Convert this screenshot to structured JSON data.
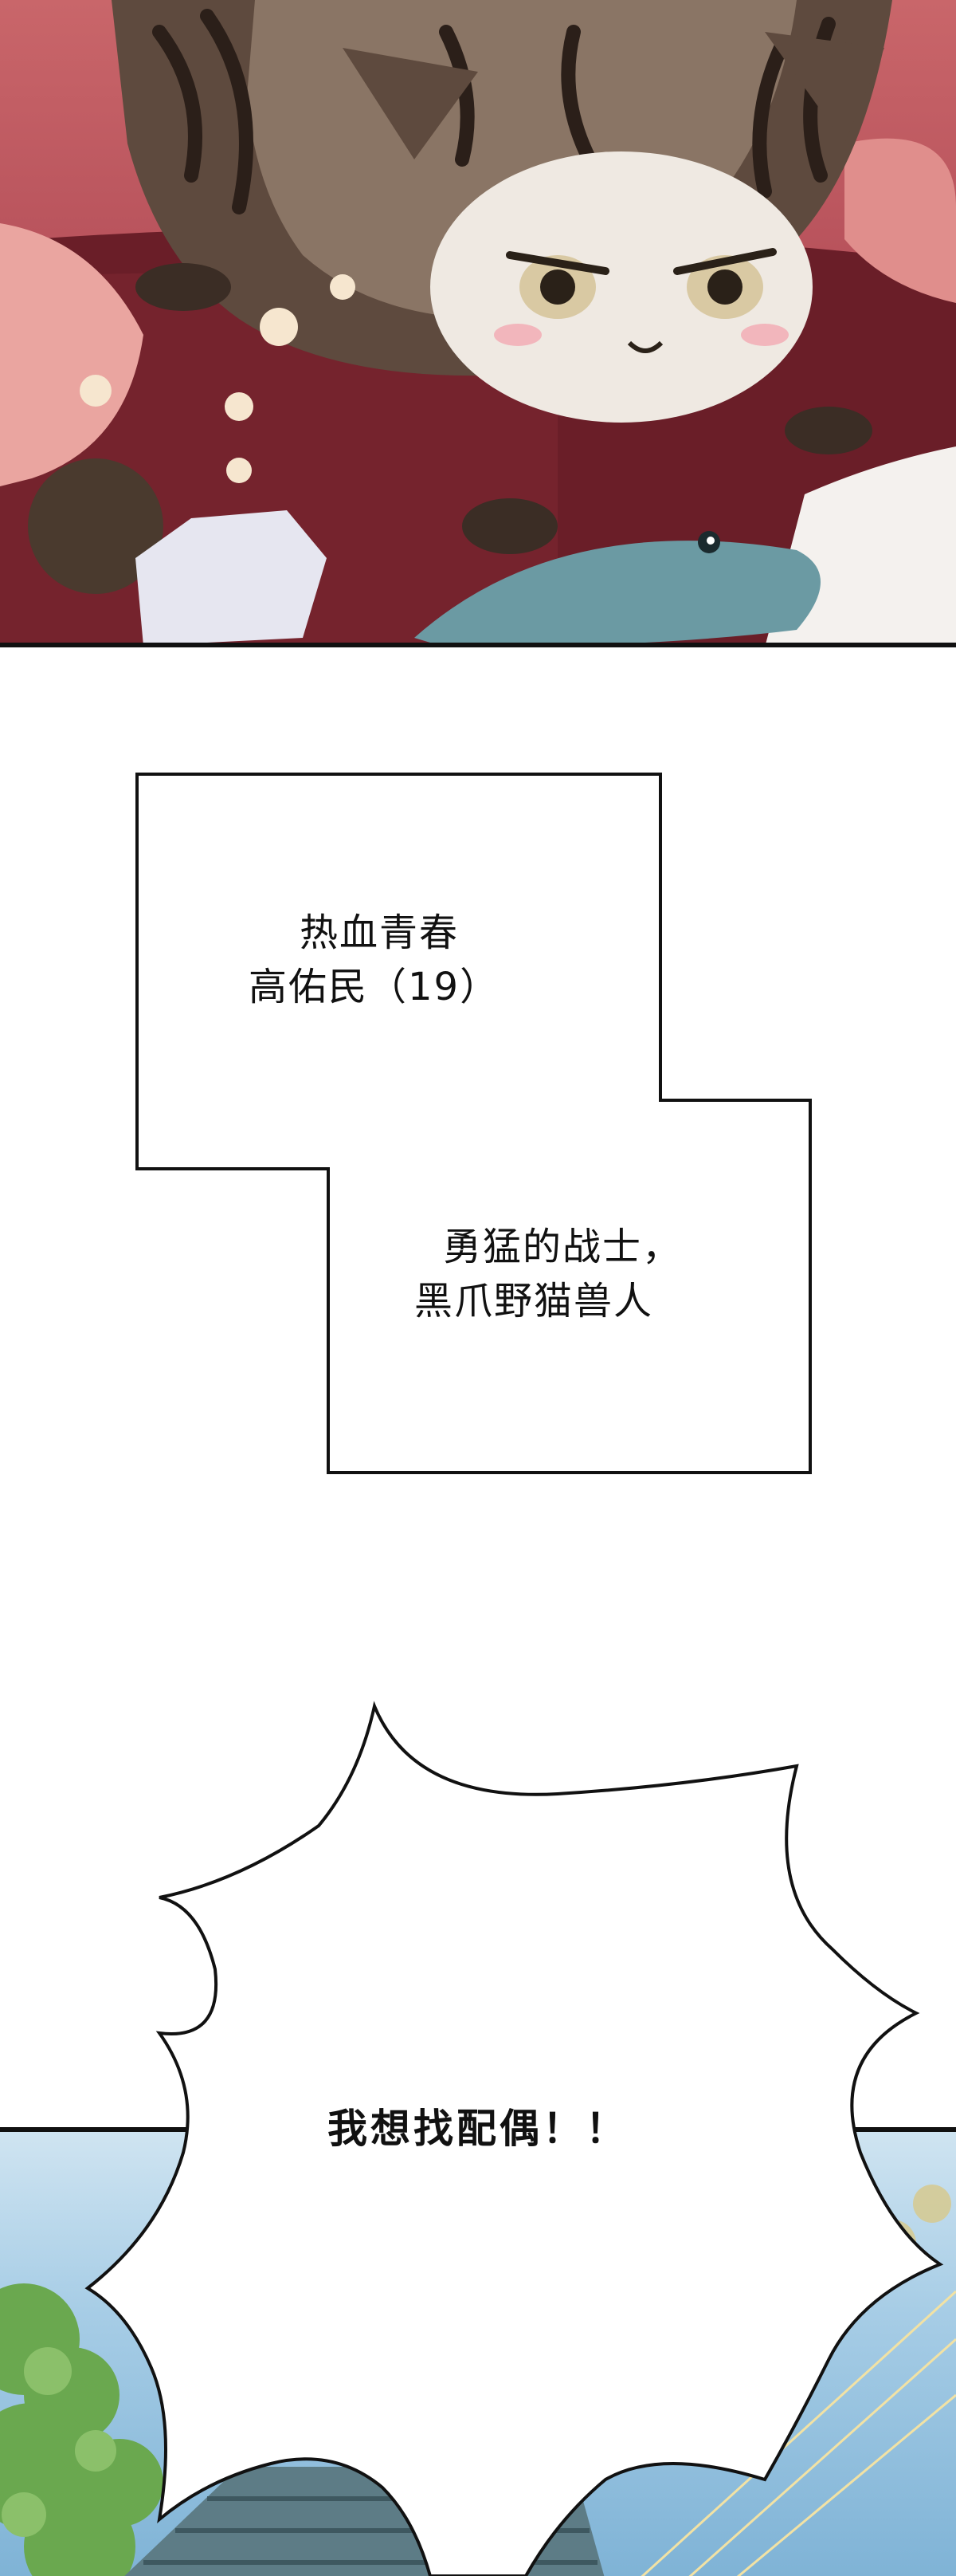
{
  "narration": {
    "line1": "热血青春",
    "line2": "高佑民（19）",
    "line3": "勇猛的战士，",
    "line4": "黑爪野猫兽人"
  },
  "speech": {
    "text": "我想找配偶！！"
  },
  "colors": {
    "panel_border": "#111111",
    "background": "#ffffff",
    "top_panel_red": "#b6505a",
    "sky_blue": "#a7cde6",
    "foliage_green": "#6aa84f"
  }
}
